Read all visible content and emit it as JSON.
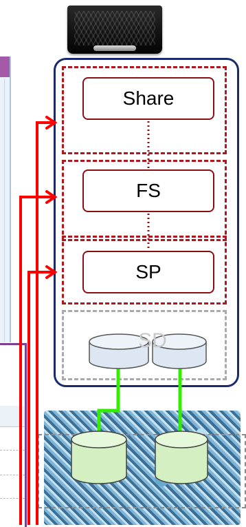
{
  "components": {
    "share": "Share",
    "fs": "FS",
    "sp": "SP",
    "sd": "SD"
  },
  "colors": {
    "container_border": "#1a2a6c",
    "layer_border": "#b0161e",
    "component_border": "#8b0e14",
    "sd_border": "#aaaaaa",
    "link_green": "#33ee00",
    "arrow_red": "#ff0000",
    "disk_fill": "#d4f0c2",
    "volume_fill": "#dde6f3",
    "left_accent": "#7c3f91"
  }
}
